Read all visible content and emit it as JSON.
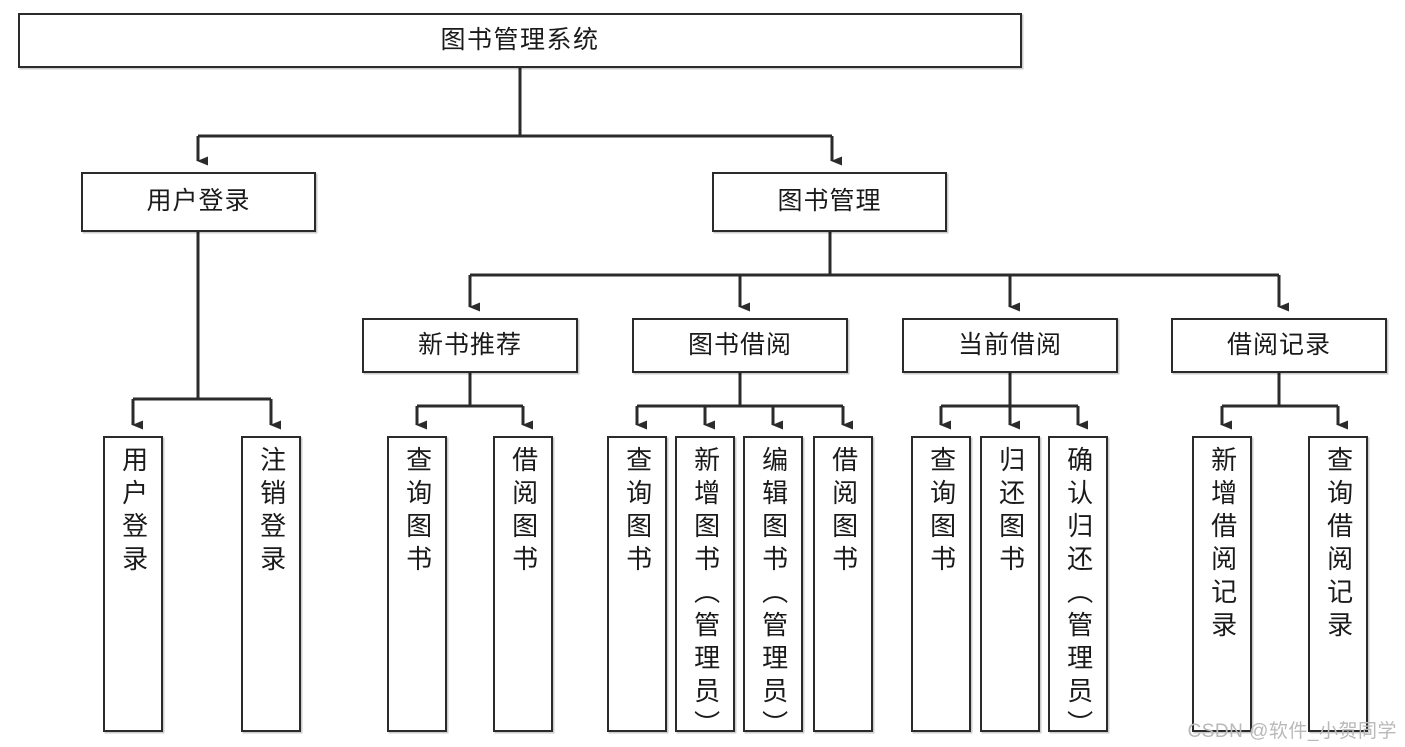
{
  "diagram": {
    "title": "图书管理系统",
    "type": "tree-hierarchy-diagram",
    "watermark": "CSDN @软件_小贺同学",
    "colors": {
      "border": "#2b2b2b",
      "background": "#ffffff",
      "text": "#1a1a1a",
      "watermark": "#b9b9b9"
    },
    "nodes": {
      "root": {
        "label": "图书管理系统"
      },
      "level2": [
        {
          "id": "user-login",
          "label": "用户登录"
        },
        {
          "id": "book-manage",
          "label": "图书管理"
        }
      ],
      "level3": [
        {
          "id": "new-book-recommend",
          "label": "新书推荐"
        },
        {
          "id": "book-borrow",
          "label": "图书借阅"
        },
        {
          "id": "current-borrow",
          "label": "当前借阅"
        },
        {
          "id": "borrow-record",
          "label": "借阅记录"
        }
      ],
      "leaves": {
        "user_login": [
          {
            "id": "leaf-user-login",
            "label": "用户登录"
          },
          {
            "id": "leaf-logout-login",
            "label": "注销登录"
          }
        ],
        "new_book_recommend": [
          {
            "id": "leaf-query-book-1",
            "label": "查询图书"
          },
          {
            "id": "leaf-borrow-book-1",
            "label": "借阅图书"
          }
        ],
        "book_borrow": [
          {
            "id": "leaf-query-book-2",
            "label": "查询图书"
          },
          {
            "id": "leaf-add-book",
            "label": "新增图书（管理员）"
          },
          {
            "id": "leaf-edit-book",
            "label": "编辑图书（管理员）"
          },
          {
            "id": "leaf-borrow-book-2",
            "label": "借阅图书"
          }
        ],
        "current_borrow": [
          {
            "id": "leaf-query-book-3",
            "label": "查询图书"
          },
          {
            "id": "leaf-return-book",
            "label": "归还图书"
          },
          {
            "id": "leaf-confirm-return",
            "label": "确认归还（管理员）"
          }
        ],
        "borrow_record": [
          {
            "id": "leaf-add-borrow-record",
            "label": "新增借阅记录"
          },
          {
            "id": "leaf-query-borrow-record",
            "label": "查询借阅记录"
          }
        ]
      }
    }
  }
}
